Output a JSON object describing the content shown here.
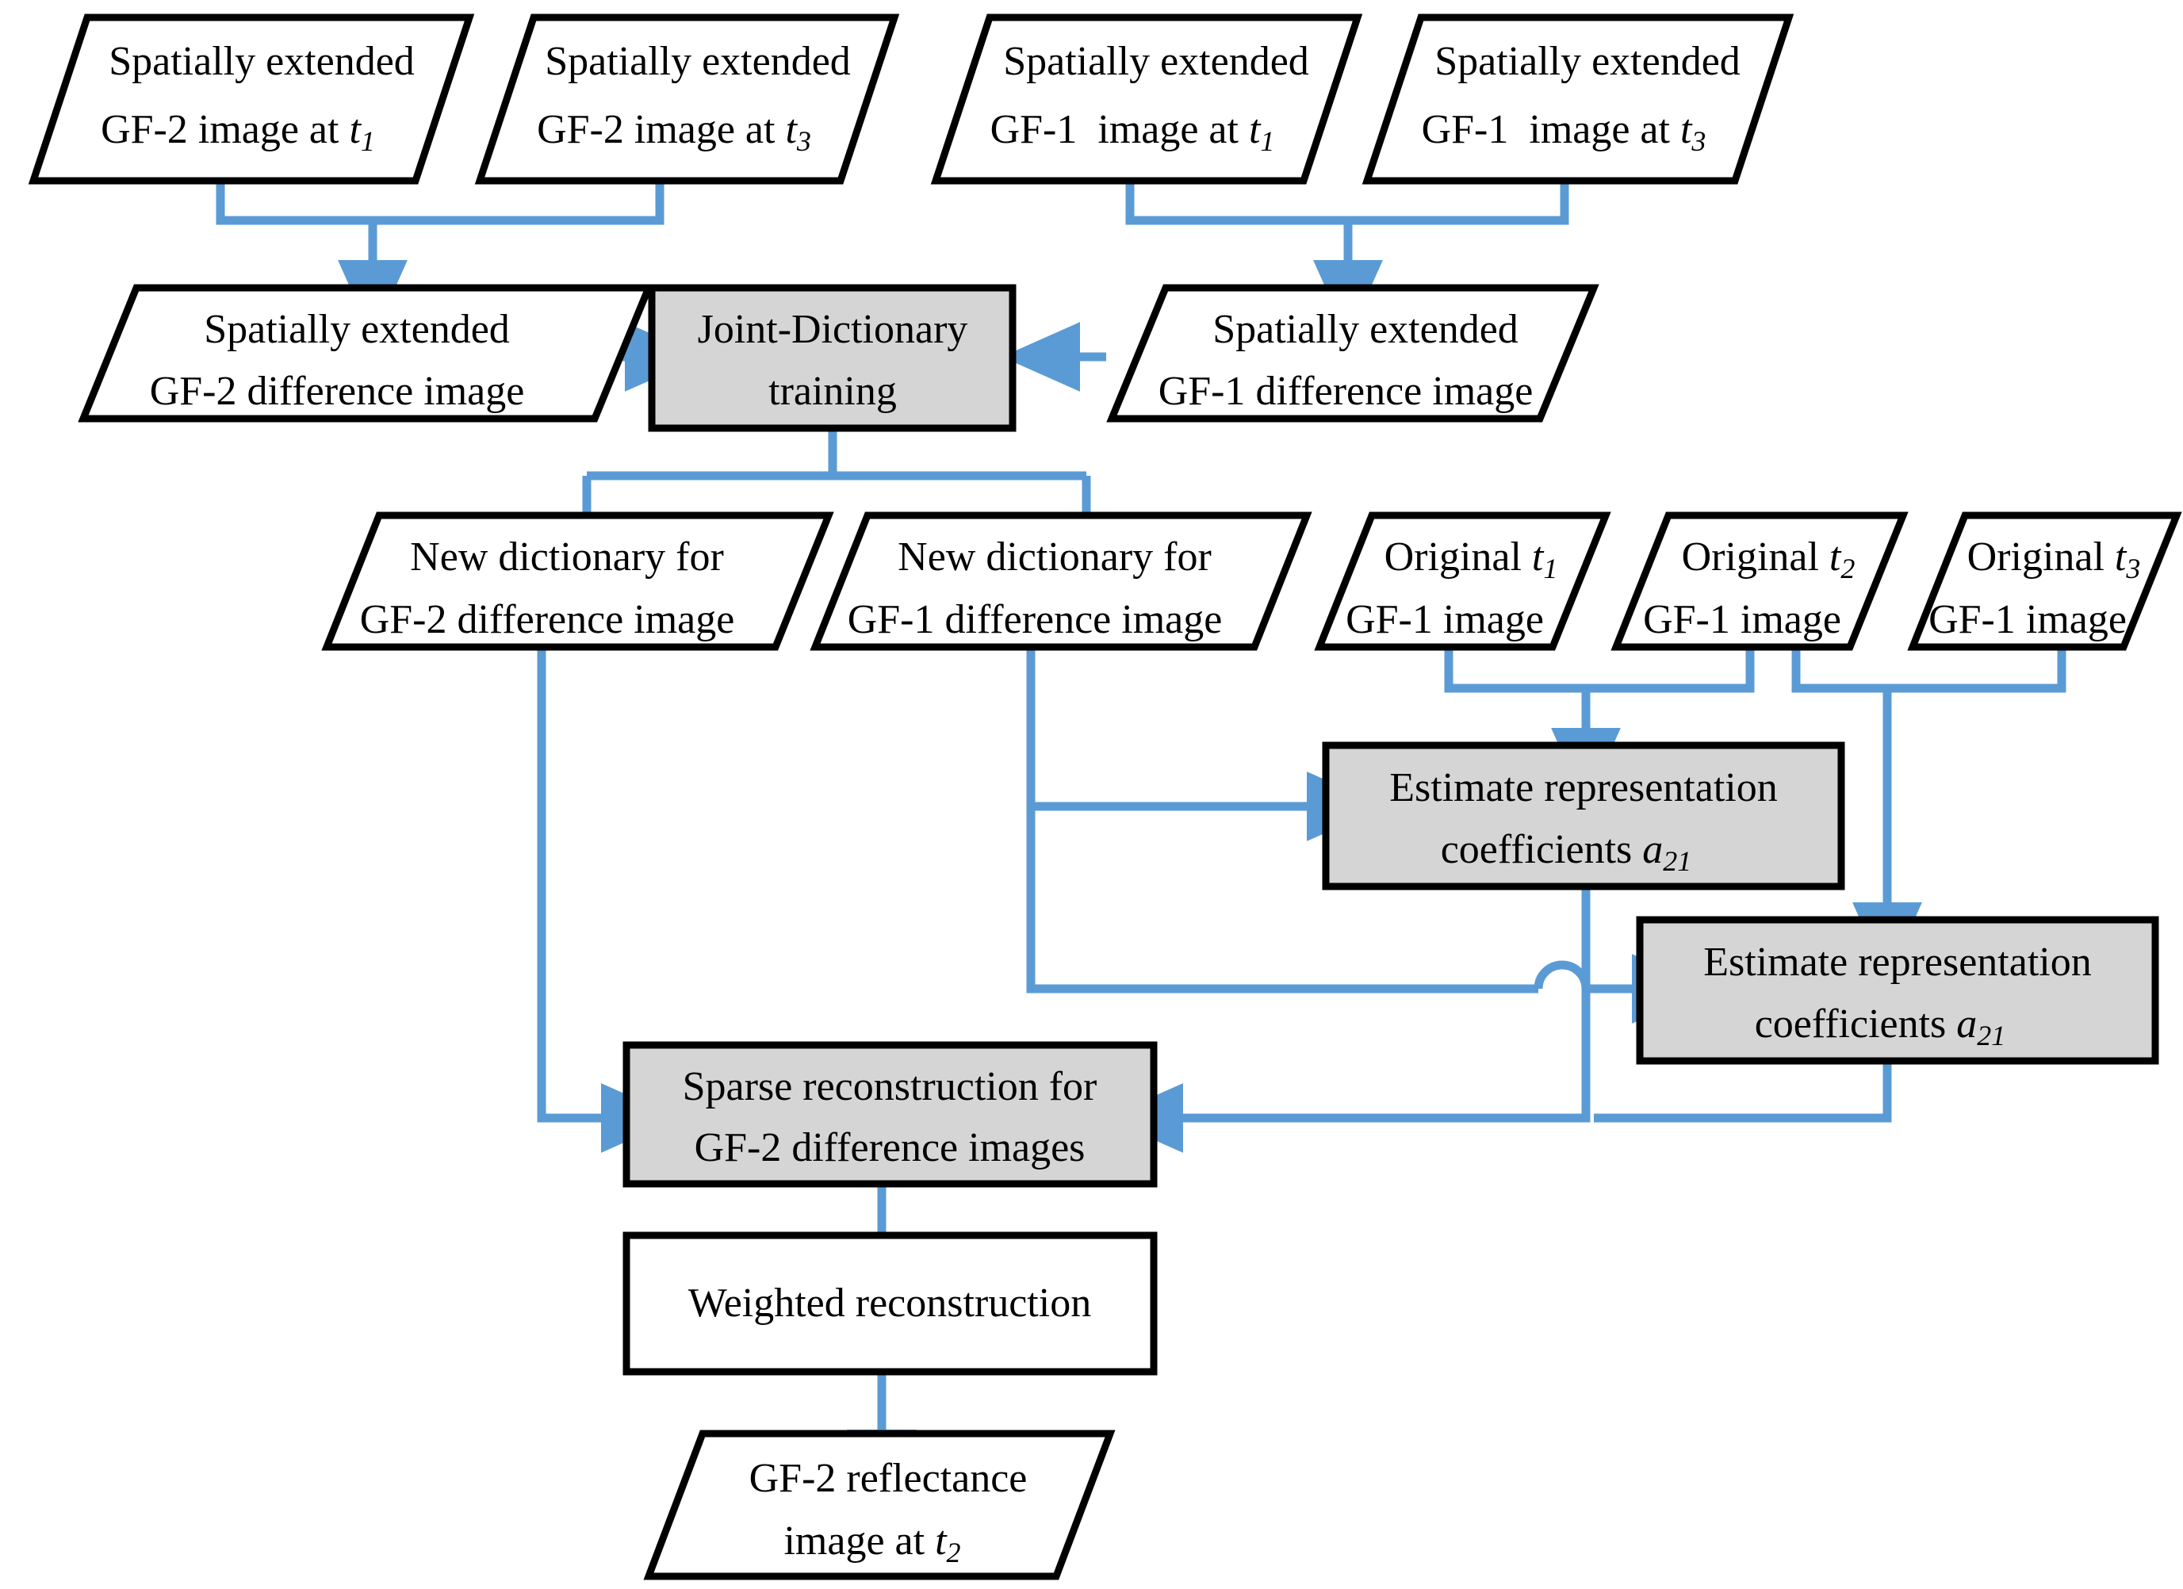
{
  "diagram": {
    "title": "Joint-dictionary sparse representation spatiotemporal fusion flowchart",
    "colors": {
      "connector": "#5b9bd5",
      "process_fill": "#d5d5d5",
      "data_fill": "#ffffff",
      "outline": "#000000"
    },
    "nodes": {
      "se_gf2_t1": {
        "line1": "Spatially extended",
        "line2": "GF-2 image at ",
        "sub": "1",
        "shape": "parallelogram"
      },
      "se_gf2_t3": {
        "line1": "Spatially extended",
        "line2": "GF-2 image at ",
        "sub": "3",
        "shape": "parallelogram"
      },
      "se_gf1_t1": {
        "line1": "Spatially extended",
        "line2": "GF-1  image at ",
        "sub": "1",
        "shape": "parallelogram"
      },
      "se_gf1_t3": {
        "line1": "Spatially extended",
        "line2": "GF-1  image at ",
        "sub": "3",
        "shape": "parallelogram"
      },
      "se_gf2_diff": {
        "line1": "Spatially extended",
        "line2": "GF-2 difference image",
        "shape": "parallelogram"
      },
      "se_gf1_diff": {
        "line1": "Spatially extended",
        "line2": "GF-1 difference image",
        "shape": "parallelogram"
      },
      "joint_dict": {
        "line1": "Joint-Dictionary",
        "line2": "training",
        "shape": "process"
      },
      "new_dict_gf2": {
        "line1": "New dictionary for",
        "line2": "GF-2 difference image",
        "shape": "parallelogram"
      },
      "new_dict_gf1": {
        "line1": "New dictionary for",
        "line2": "GF-1 difference image",
        "shape": "parallelogram"
      },
      "orig_t1": {
        "line1": "Original ",
        "sub": "1",
        "line2": "GF-1 image",
        "shape": "parallelogram"
      },
      "orig_t2": {
        "line1": "Original ",
        "sub": "2",
        "line2": "GF-1 image",
        "shape": "parallelogram"
      },
      "orig_t3": {
        "line1": "Original ",
        "sub": "3",
        "line2": "GF-1 image",
        "shape": "parallelogram"
      },
      "est_coef_1": {
        "line1": "Estimate representation",
        "line2": "coefficients ",
        "coef": "a",
        "sub": "21",
        "shape": "process"
      },
      "est_coef_2": {
        "line1": "Estimate representation",
        "line2": "coefficients ",
        "coef": "a",
        "sub": "21",
        "shape": "process"
      },
      "sparse_recon": {
        "line1": "Sparse reconstruction for",
        "line2": "GF-2 difference images",
        "shape": "process"
      },
      "weighted_recon": {
        "line1": "Weighted reconstruction",
        "line2": "",
        "shape": "process-white"
      },
      "gf2_reflectance": {
        "line1": "GF-2 reflectance",
        "line2": "image at ",
        "sub": "2",
        "shape": "parallelogram"
      }
    }
  }
}
